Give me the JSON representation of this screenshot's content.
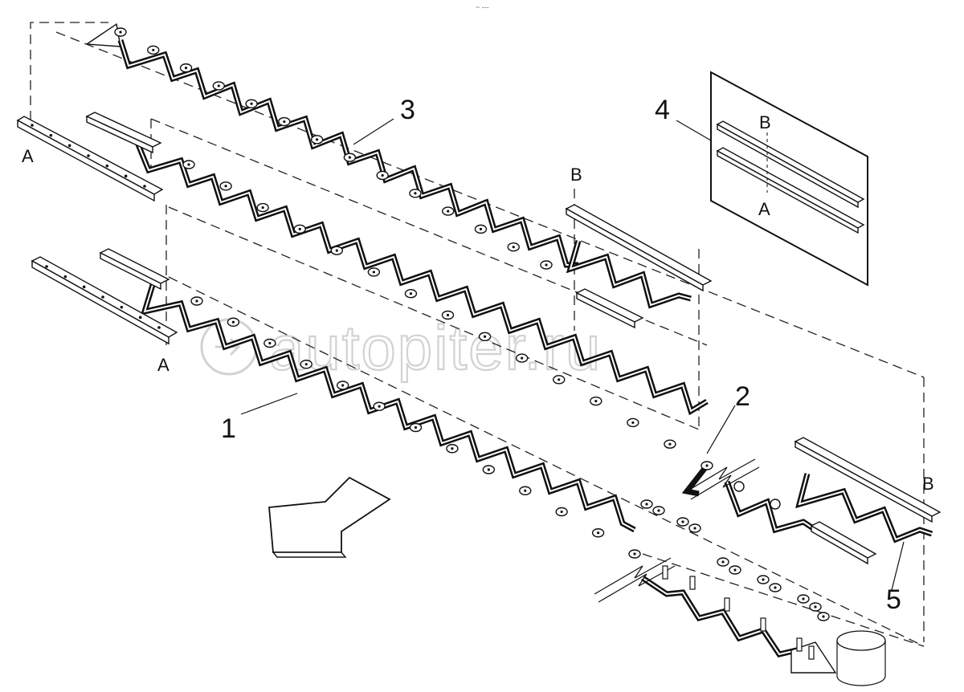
{
  "diagram": {
    "callouts": {
      "n1": "1",
      "n2": "2",
      "n3": "3",
      "n4": "4",
      "n5": "5"
    },
    "refs": {
      "a_top": "A",
      "a_mid": "A",
      "b_top": "B",
      "b_right": "B",
      "inset_b": "B",
      "inset_a": "A"
    },
    "watermark": "autopiter.ru",
    "corner_mark": "~ ---"
  }
}
